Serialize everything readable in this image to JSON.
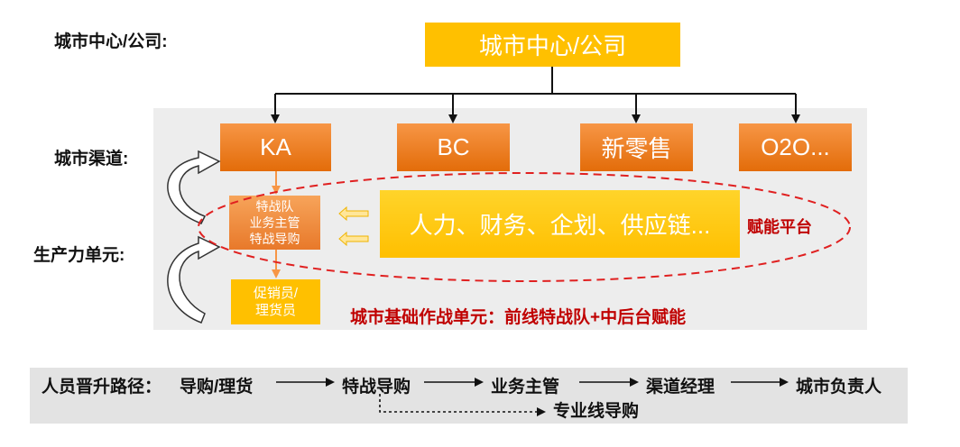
{
  "row_labels": {
    "city_center": "城市中心/公司:",
    "city_channel": "城市渠道:",
    "productivity_unit": "生产力单元:"
  },
  "top_box": "城市中心/公司",
  "channels": [
    "KA",
    "BC",
    "新零售",
    "O2O..."
  ],
  "special_team": [
    "特战队",
    "业务主管",
    "特战导购"
  ],
  "sales_staff": [
    "促销员/",
    "理货员"
  ],
  "platform": {
    "label": "人力、财务、企划、供应链...",
    "enable_label": "赋能平台"
  },
  "basic_unit_caption": "城市基础作战单元：前线特战队+中后台赋能",
  "promotion": {
    "prefix": "人员晋升路径：",
    "steps": [
      "导购/理货",
      "特战导购",
      "业务主管",
      "渠道经理",
      "城市负责人"
    ],
    "branch": "专业线导购"
  },
  "colors": {
    "gold": "#ffc000",
    "orange": "#f79646",
    "red_accent": "#c00000",
    "panel_gray": "#ededed"
  }
}
